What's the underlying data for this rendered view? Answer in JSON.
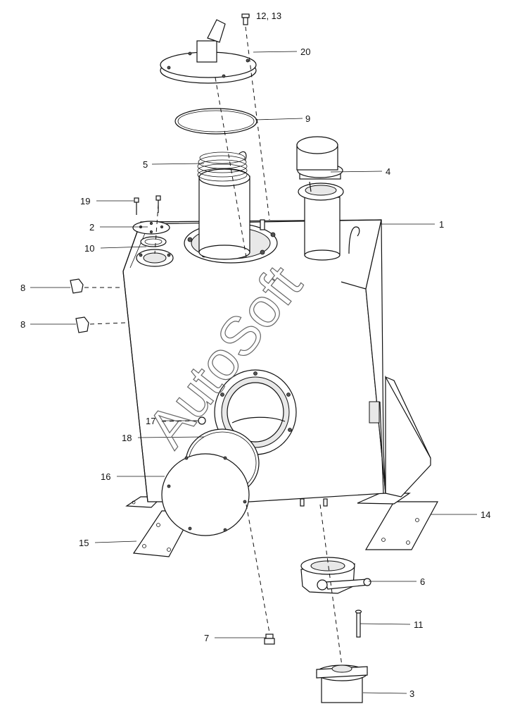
{
  "diagram": {
    "watermark": "AutoSoft",
    "callouts": [
      {
        "id": "c1",
        "label": "1"
      },
      {
        "id": "c2",
        "label": "2"
      },
      {
        "id": "c3",
        "label": "3"
      },
      {
        "id": "c4",
        "label": "4"
      },
      {
        "id": "c5",
        "label": "5"
      },
      {
        "id": "c6",
        "label": "6"
      },
      {
        "id": "c7",
        "label": "7"
      },
      {
        "id": "c8a",
        "label": "8"
      },
      {
        "id": "c8b",
        "label": "8"
      },
      {
        "id": "c9",
        "label": "9"
      },
      {
        "id": "c10",
        "label": "10"
      },
      {
        "id": "c11",
        "label": "11"
      },
      {
        "id": "c12",
        "label": "12, 13"
      },
      {
        "id": "c14",
        "label": "14"
      },
      {
        "id": "c15",
        "label": "15"
      },
      {
        "id": "c16",
        "label": "16"
      },
      {
        "id": "c17",
        "label": "17"
      },
      {
        "id": "c18",
        "label": "18"
      },
      {
        "id": "c19",
        "label": "19"
      },
      {
        "id": "c20",
        "label": "20"
      }
    ]
  }
}
